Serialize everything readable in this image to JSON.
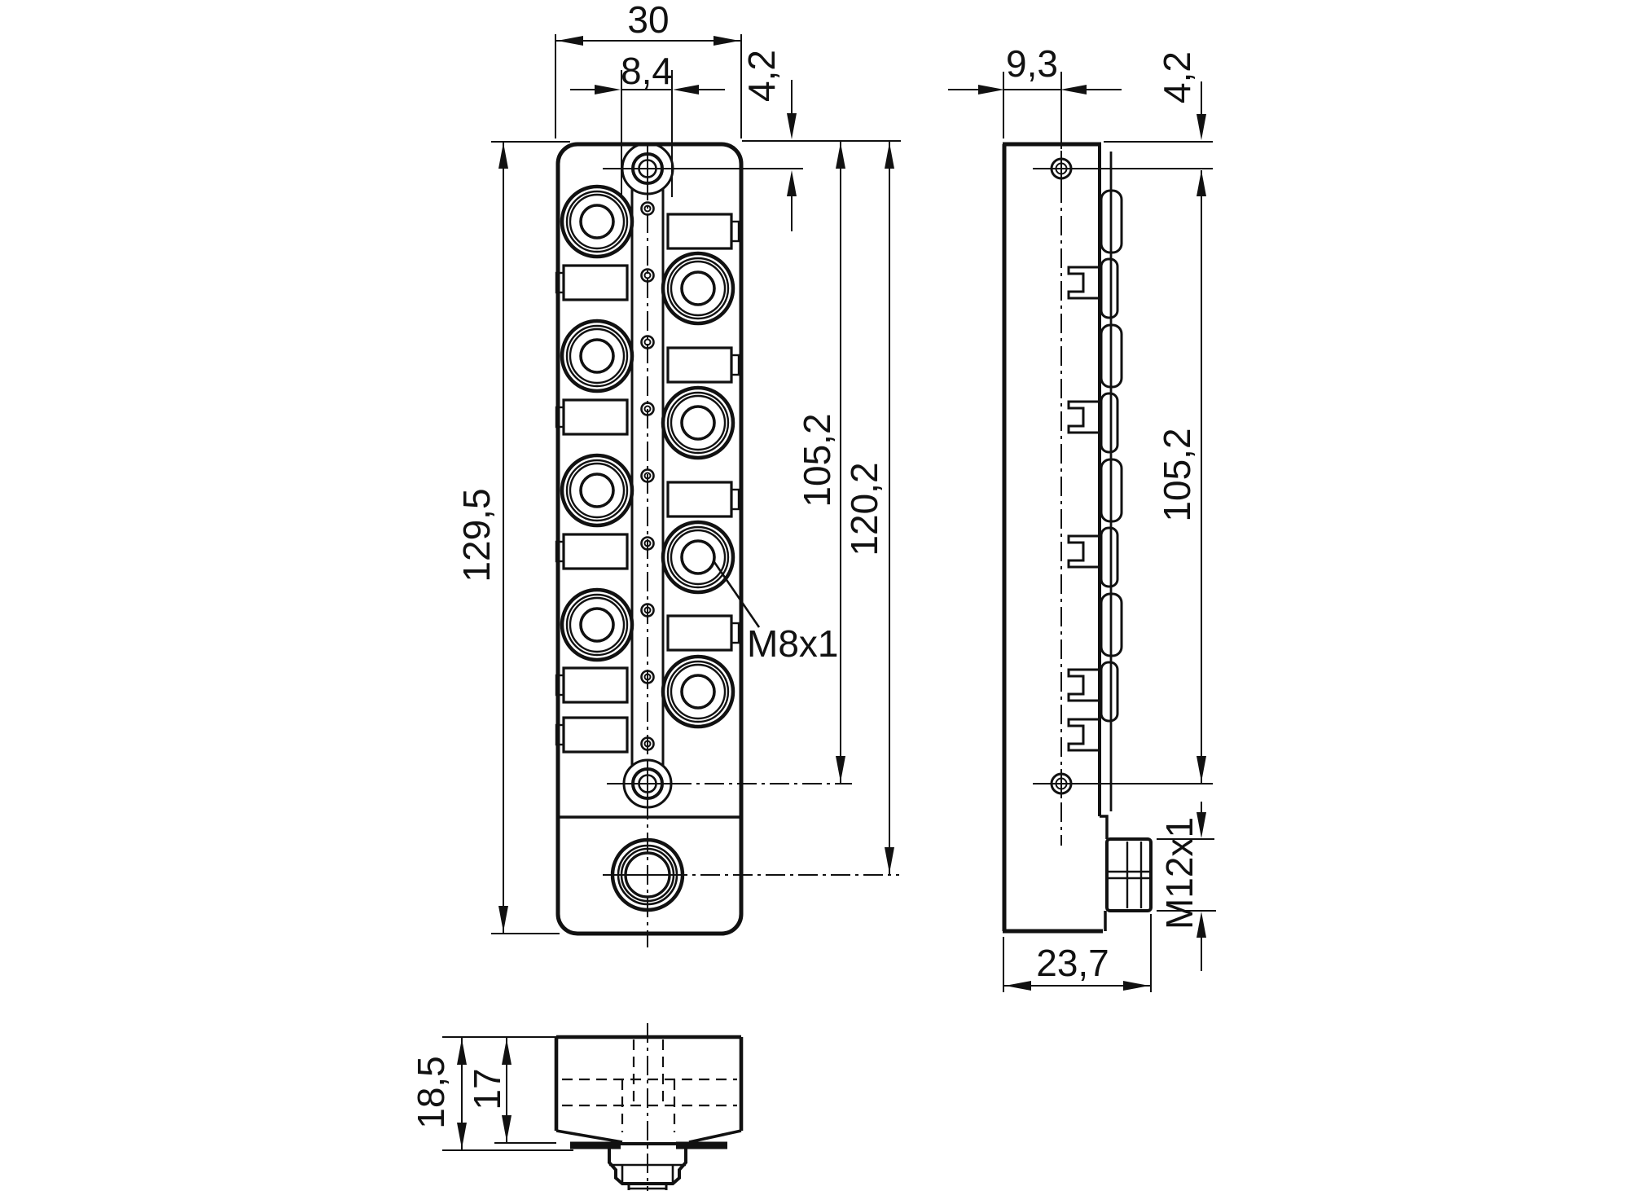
{
  "drawing": {
    "type": "technical-dimension-drawing",
    "line_color": "#111111",
    "background": "#ffffff",
    "views": {
      "front": {
        "dims": {
          "width": "30",
          "slot_width": "8,4",
          "hole_offset": "4,2",
          "height": "129,5",
          "hole_span": "105,2",
          "power_span": "120,2",
          "port_thread": "M8x1"
        }
      },
      "side": {
        "dims": {
          "depth": "9,3",
          "hole_offset": "4,2",
          "hole_span": "105,2",
          "power_thread": "M12x1",
          "base_depth": "23,7"
        }
      },
      "bottom": {
        "dims": {
          "total_depth": "18,5",
          "body_depth": "17"
        }
      }
    }
  }
}
